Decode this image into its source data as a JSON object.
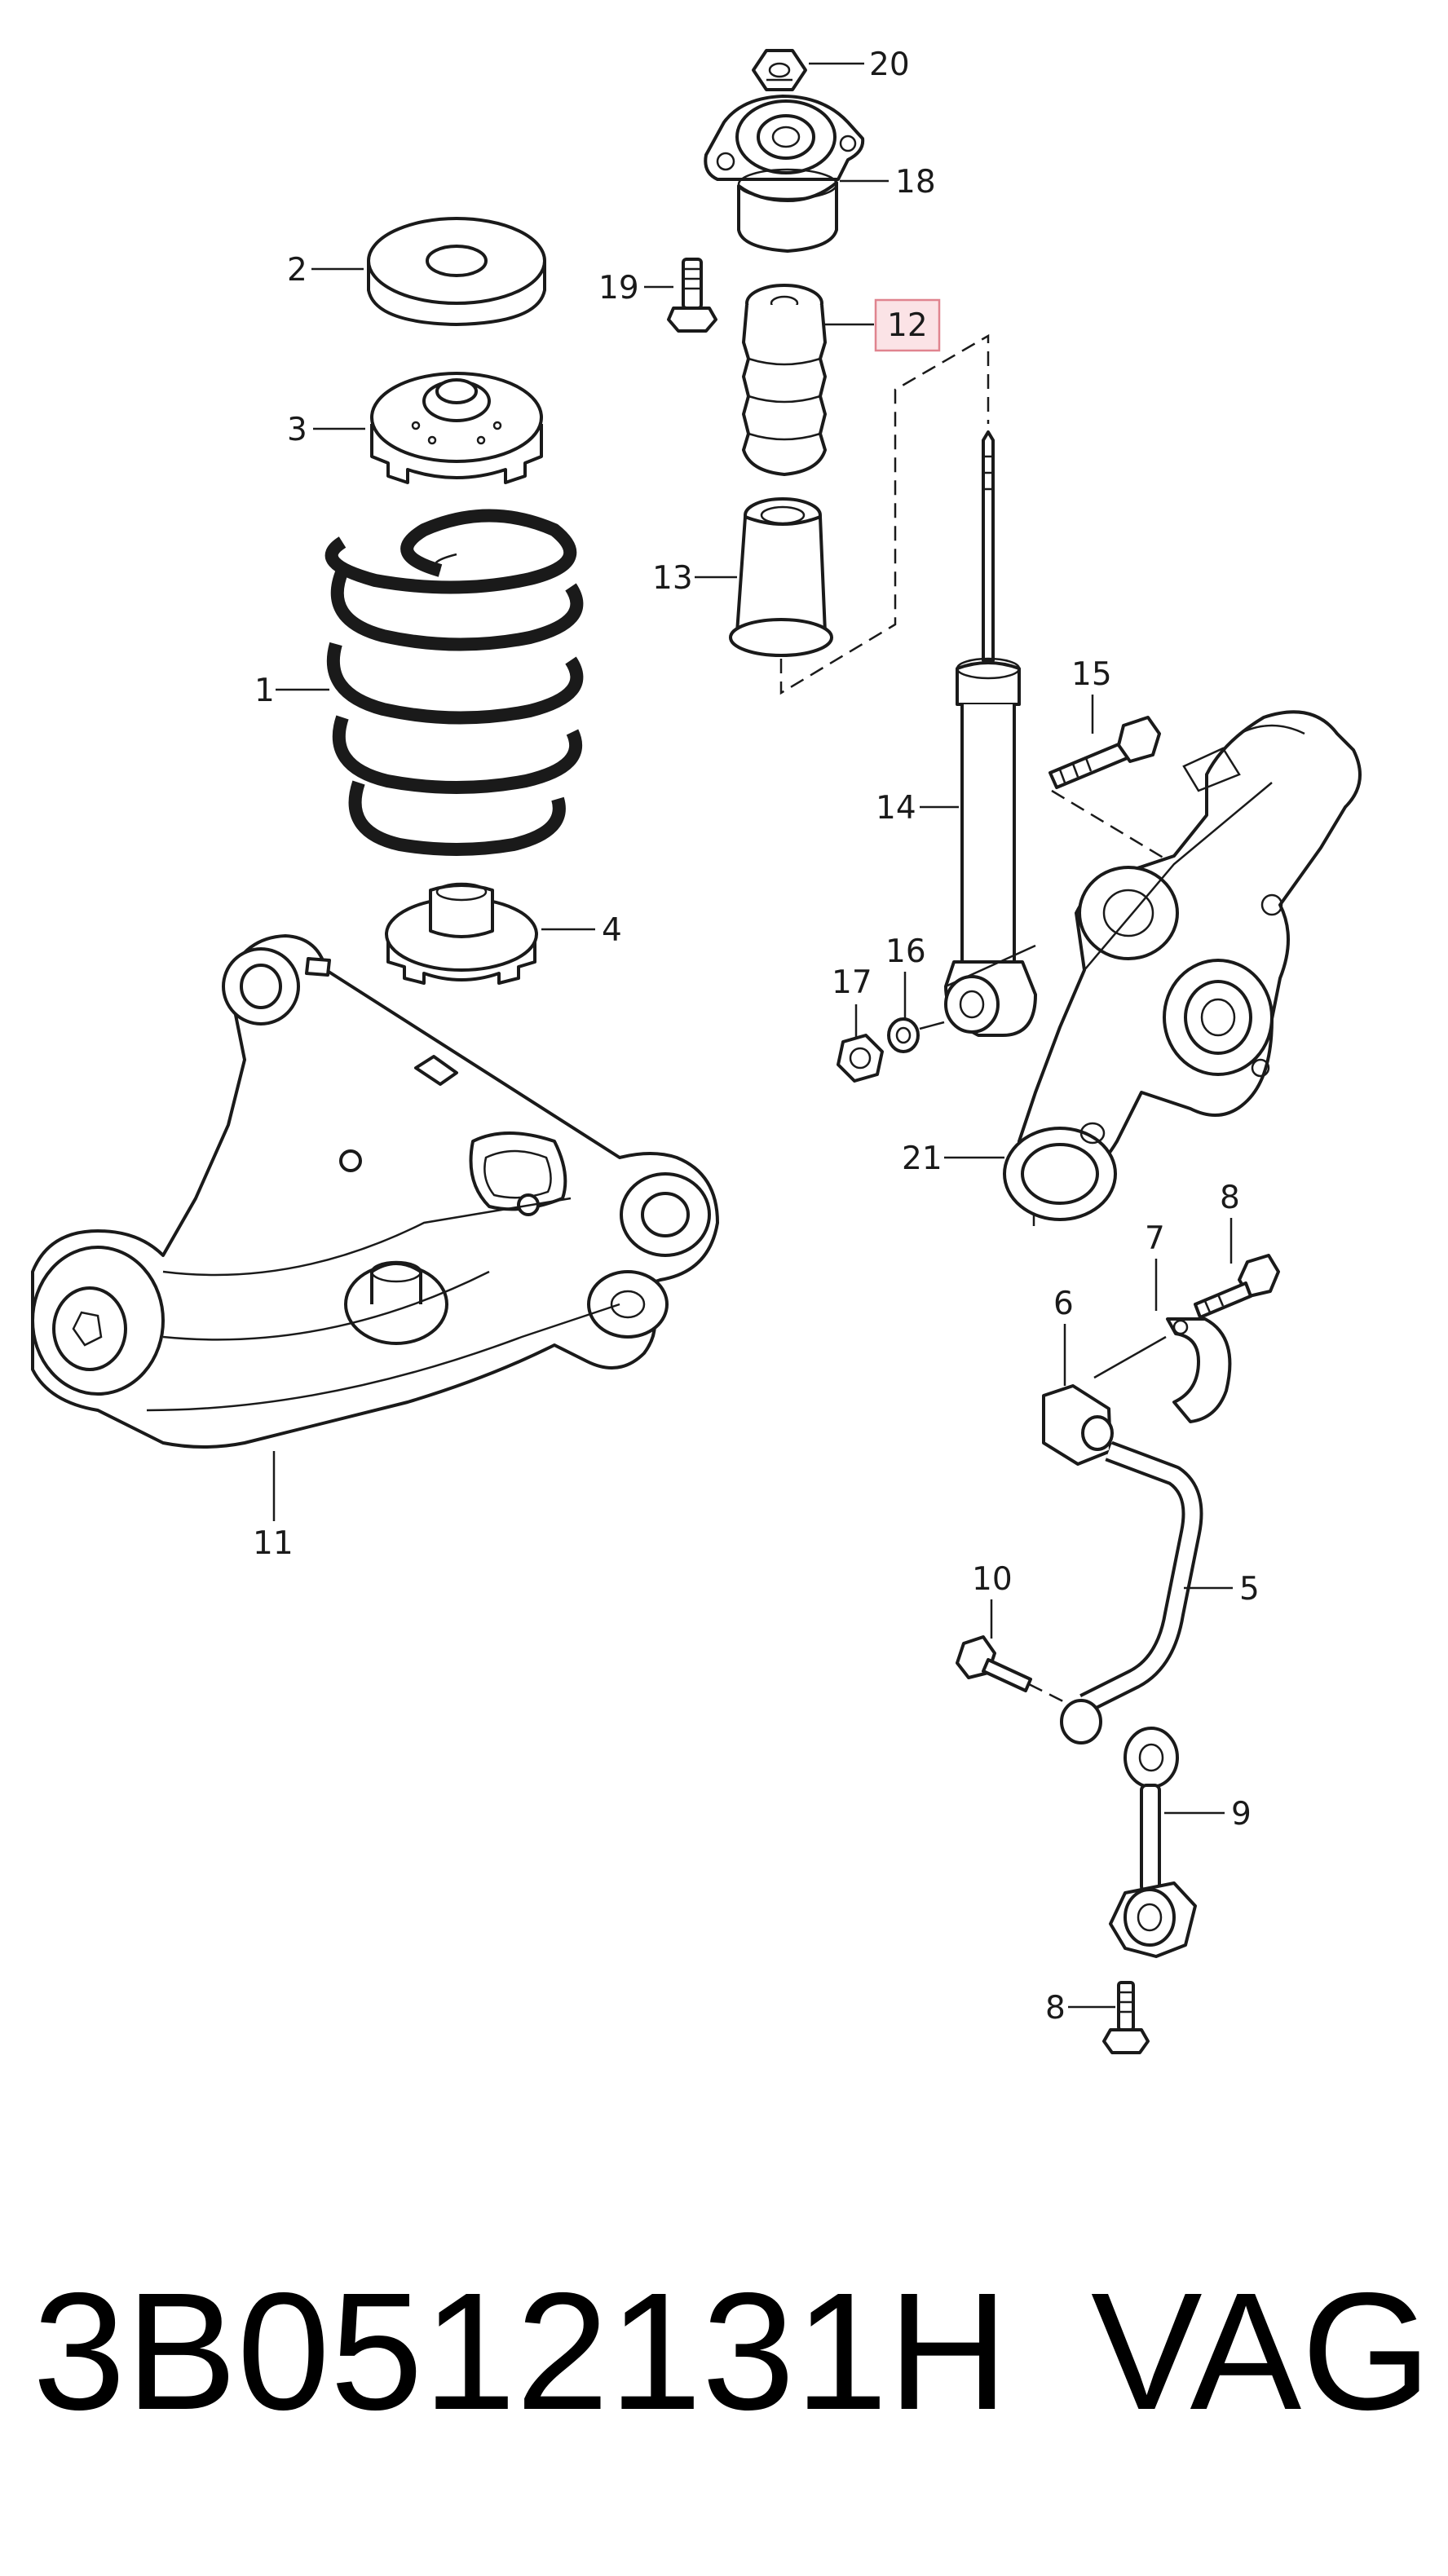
{
  "callouts": [
    {
      "id": "20",
      "label": "20"
    },
    {
      "id": "18",
      "label": "18"
    },
    {
      "id": "2",
      "label": "2"
    },
    {
      "id": "19",
      "label": "19"
    },
    {
      "id": "12",
      "label": "12",
      "highlighted": true
    },
    {
      "id": "3",
      "label": "3"
    },
    {
      "id": "13",
      "label": "13"
    },
    {
      "id": "1",
      "label": "1"
    },
    {
      "id": "15",
      "label": "15"
    },
    {
      "id": "14",
      "label": "14"
    },
    {
      "id": "4",
      "label": "4"
    },
    {
      "id": "17",
      "label": "17"
    },
    {
      "id": "16",
      "label": "16"
    },
    {
      "id": "21",
      "label": "21"
    },
    {
      "id": "8a",
      "label": "8"
    },
    {
      "id": "7",
      "label": "7"
    },
    {
      "id": "6",
      "label": "6"
    },
    {
      "id": "11",
      "label": "11"
    },
    {
      "id": "5",
      "label": "5"
    },
    {
      "id": "10",
      "label": "10"
    },
    {
      "id": "9",
      "label": "9"
    },
    {
      "id": "8b",
      "label": "8"
    }
  ],
  "footer": {
    "part_number": "3B0512131H",
    "brand": "VAG"
  },
  "colors": {
    "highlight_fill": "#fbe3e6",
    "highlight_stroke": "#e0848f",
    "line": "#1a1a1a"
  }
}
